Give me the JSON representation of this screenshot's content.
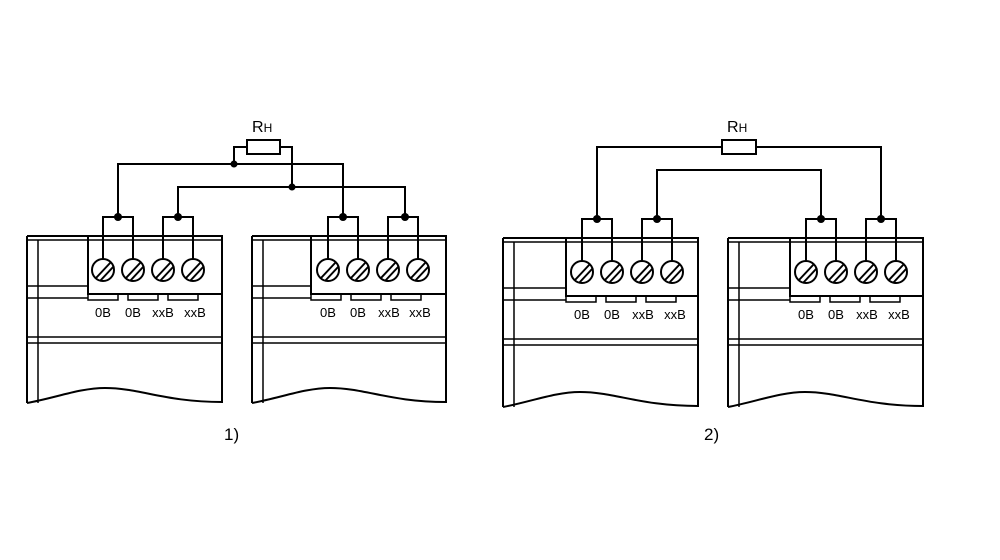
{
  "diagrams": [
    {
      "caption": "1)",
      "resistor_label": "R",
      "resistor_sub": "H",
      "modules": [
        {
          "terminal_labels": [
            "0B",
            "0B",
            "xxB",
            "xxB"
          ]
        },
        {
          "terminal_labels": [
            "0B",
            "0B",
            "xxB",
            "xxB"
          ]
        }
      ]
    },
    {
      "caption": "2)",
      "resistor_label": "R",
      "resistor_sub": "H",
      "modules": [
        {
          "terminal_labels": [
            "0B",
            "0B",
            "xxB",
            "xxB"
          ]
        },
        {
          "terminal_labels": [
            "0B",
            "0B",
            "xxB",
            "xxB"
          ]
        }
      ]
    }
  ]
}
